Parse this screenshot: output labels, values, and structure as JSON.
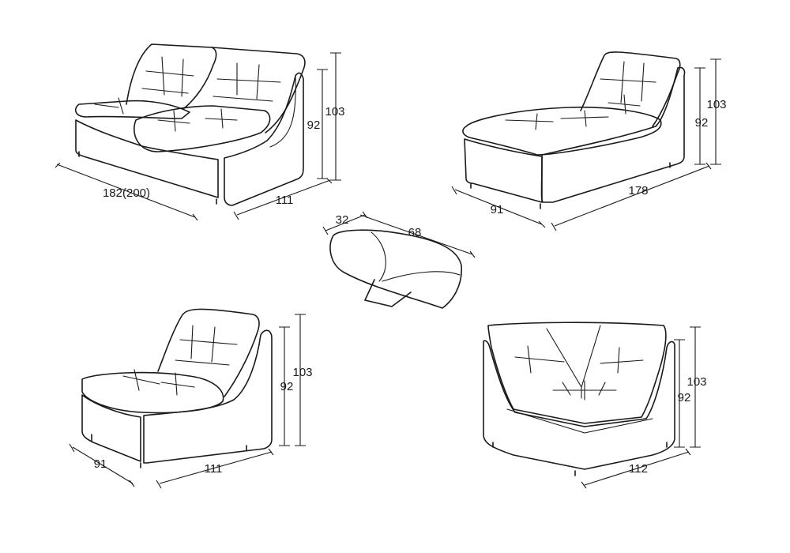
{
  "loveseat": {
    "width_label": "182(200)",
    "depth_label": "111",
    "seat_height_label": "92",
    "total_height_label": "103"
  },
  "chaise": {
    "width_label": "91",
    "length_label": "178",
    "seat_height_label": "92",
    "total_height_label": "103"
  },
  "ottoman": {
    "width_label": "32",
    "length_label": "68"
  },
  "armless_chair": {
    "width_label": "91",
    "depth_label": "111",
    "seat_height_label": "92",
    "total_height_label": "103"
  },
  "corner_seat": {
    "width_label": "112",
    "seat_height_label": "92",
    "total_height_label": "103"
  }
}
